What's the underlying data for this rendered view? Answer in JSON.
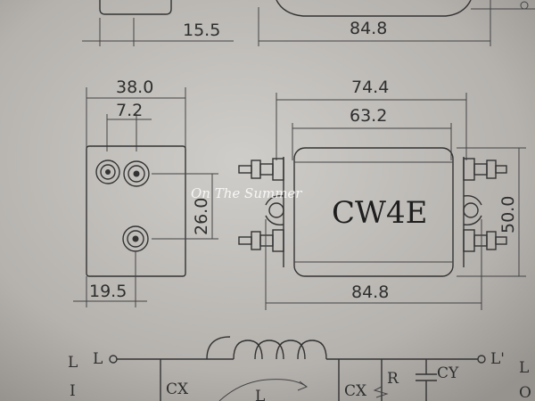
{
  "top_dims": {
    "left": "15.5",
    "right": "84.8"
  },
  "end_view": {
    "width": "38.0",
    "terminal_spacing": "7.2",
    "vertical_spacing": "26.0",
    "bottom_offset": "19.5"
  },
  "side_view": {
    "overall_width": "74.4",
    "body_width": "63.2",
    "height": "50.0",
    "mount_spacing": "84.8",
    "model": "CW4E"
  },
  "watermark": "On The Summer",
  "schematic": {
    "left_top": "L",
    "left_node": "L",
    "left_bottom": "I",
    "cap_cx_left": "CX",
    "inductor": "L",
    "cap_cx_right": "CX",
    "resistor": "R",
    "cap_cy": "CY",
    "right_node": "L'",
    "right_top": "L",
    "right_bottom": "O"
  }
}
